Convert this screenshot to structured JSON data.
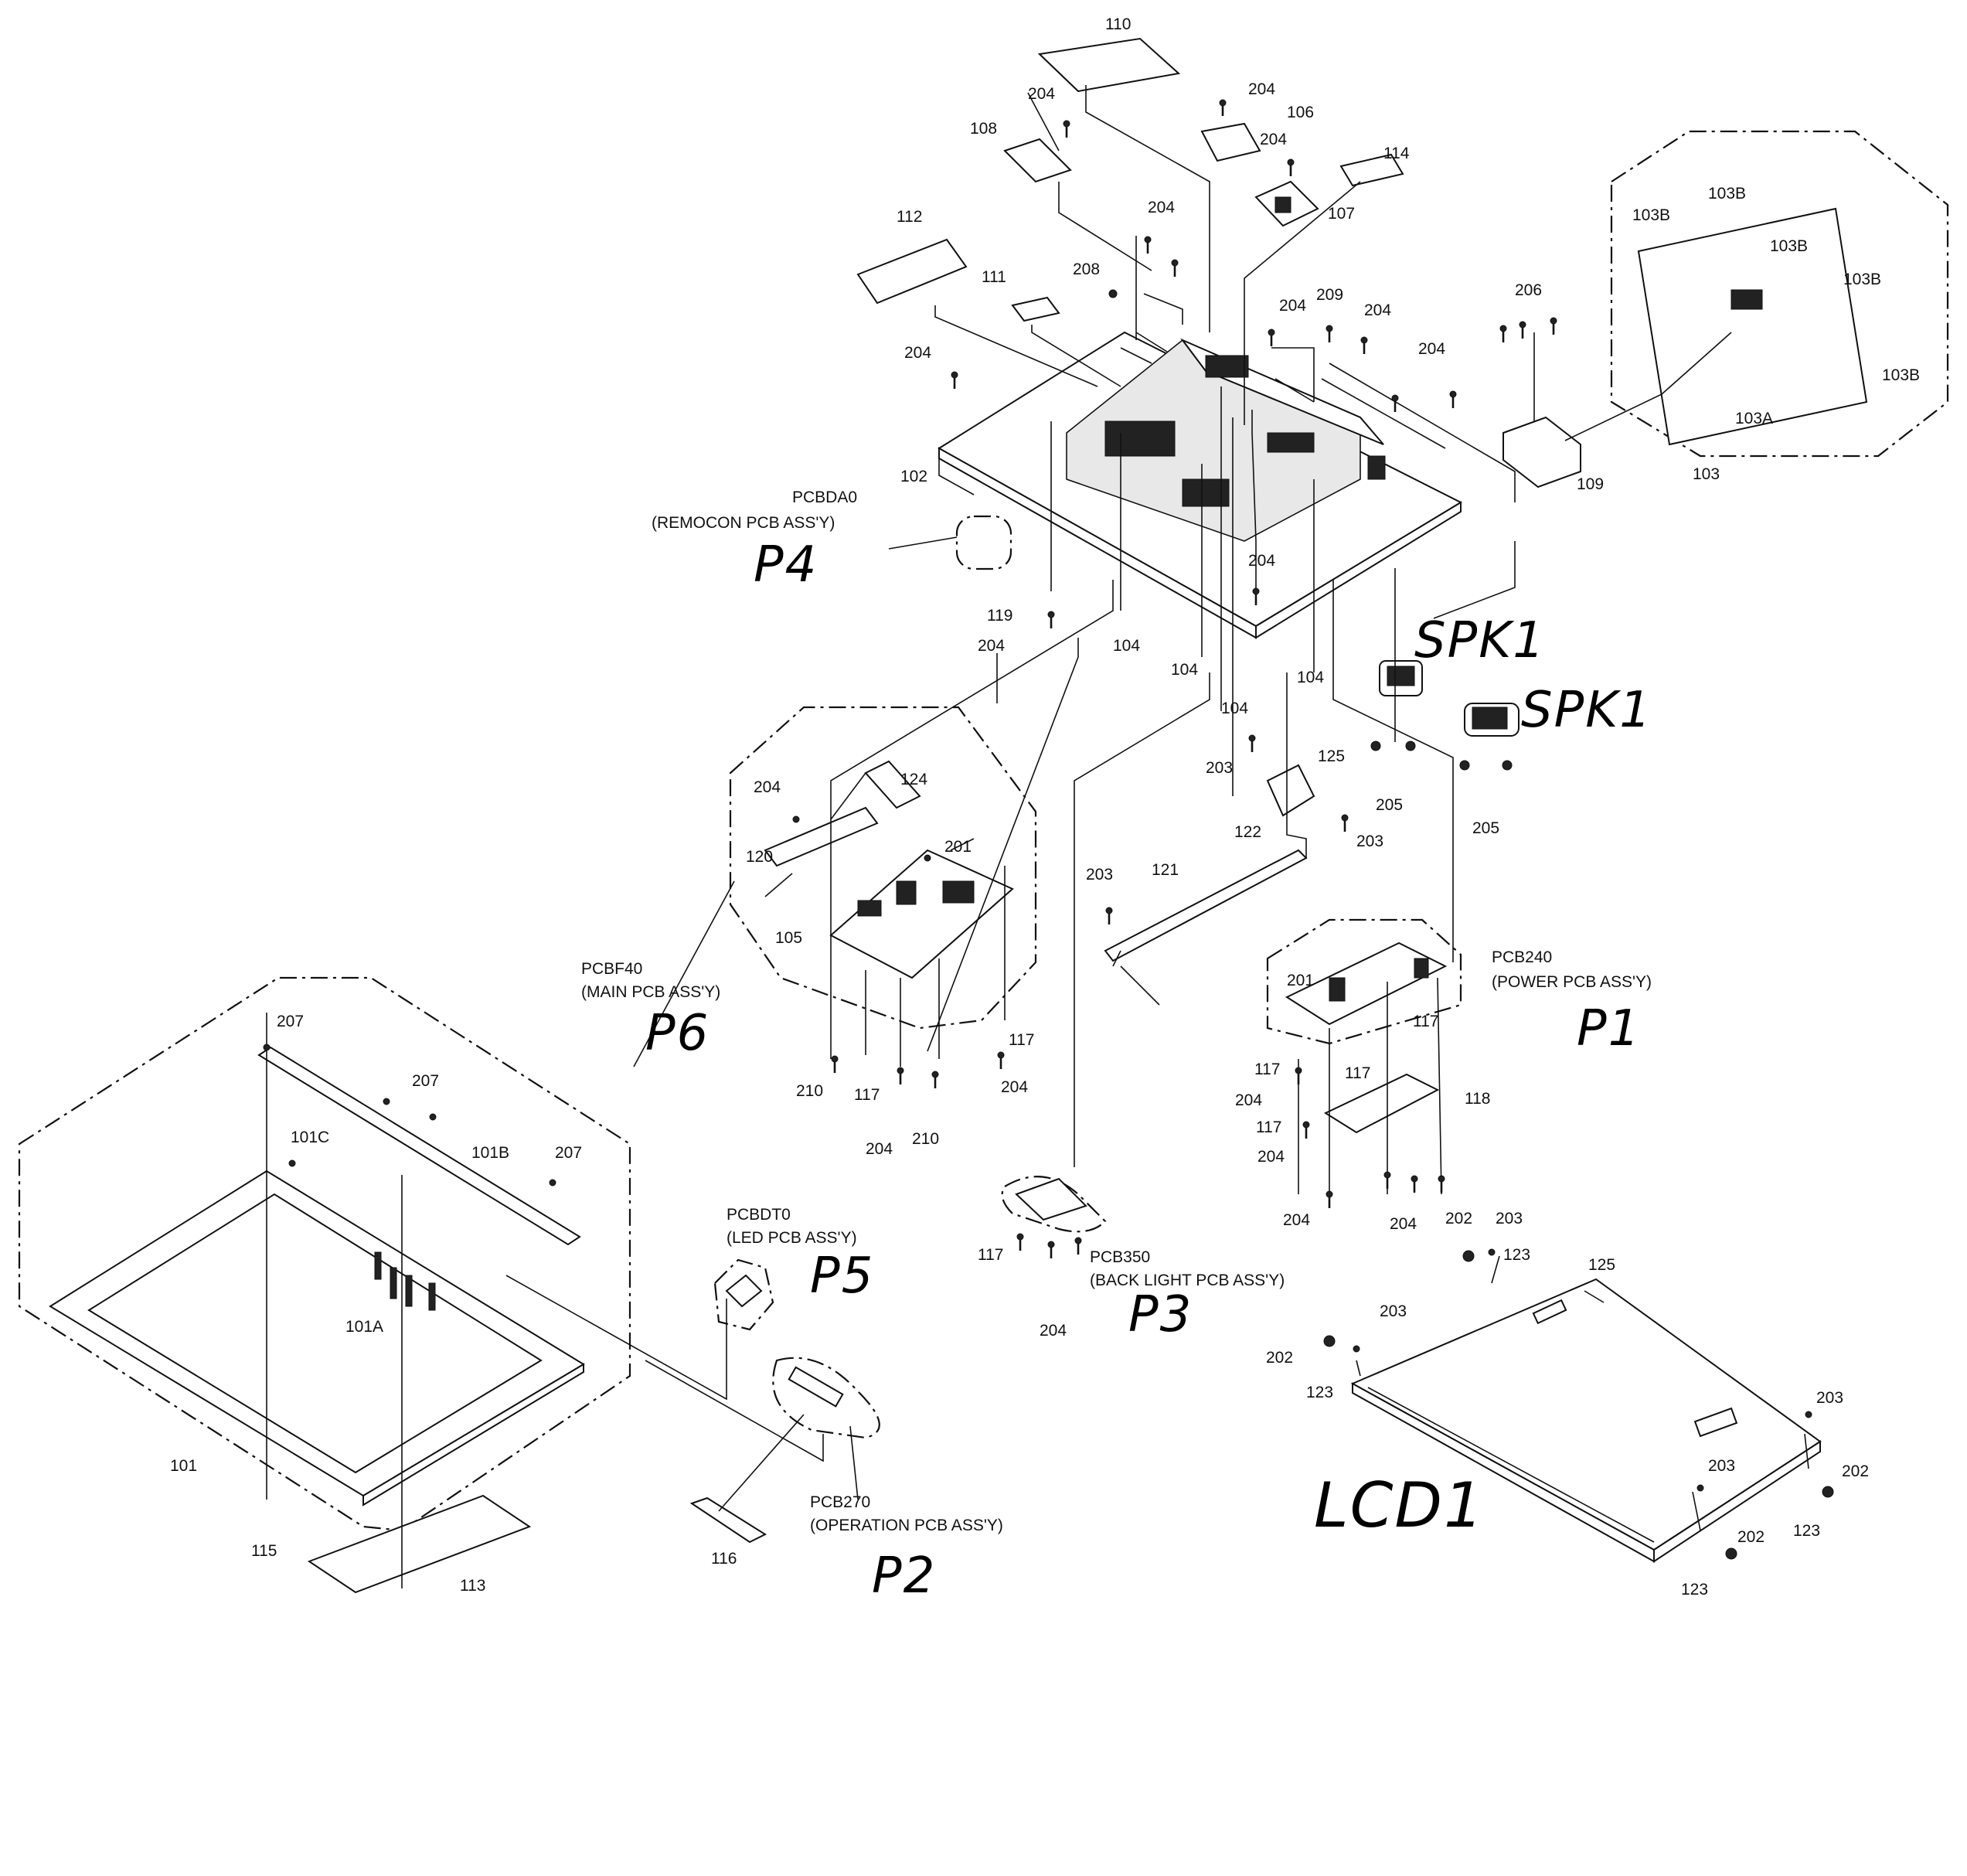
{
  "part_labels": [
    {
      "id": "l110",
      "text": "110"
    },
    {
      "id": "l204a",
      "text": "204"
    },
    {
      "id": "l106",
      "text": "106"
    },
    {
      "id": "l204b",
      "text": "204"
    },
    {
      "id": "l108",
      "text": "108"
    },
    {
      "id": "l204c",
      "text": "204"
    },
    {
      "id": "l114",
      "text": "114"
    },
    {
      "id": "l107",
      "text": "107"
    },
    {
      "id": "l112",
      "text": "112"
    },
    {
      "id": "l204d",
      "text": "204"
    },
    {
      "id": "l208",
      "text": "208"
    },
    {
      "id": "l111",
      "text": "111"
    },
    {
      "id": "l204e",
      "text": "204"
    },
    {
      "id": "l209",
      "text": "209"
    },
    {
      "id": "l204f",
      "text": "204"
    },
    {
      "id": "l204g",
      "text": "204"
    },
    {
      "id": "l206",
      "text": "206"
    },
    {
      "id": "l204h",
      "text": "204"
    },
    {
      "id": "l103Ba",
      "text": "103B"
    },
    {
      "id": "l103Bb",
      "text": "103B"
    },
    {
      "id": "l103Bc",
      "text": "103B"
    },
    {
      "id": "l103Bd",
      "text": "103B"
    },
    {
      "id": "l103Be",
      "text": "103B"
    },
    {
      "id": "l103A",
      "text": "103A"
    },
    {
      "id": "l103",
      "text": "103"
    },
    {
      "id": "l109",
      "text": "109"
    },
    {
      "id": "l102",
      "text": "102"
    },
    {
      "id": "l119",
      "text": "119"
    },
    {
      "id": "l204i",
      "text": "204"
    },
    {
      "id": "l104a",
      "text": "104"
    },
    {
      "id": "l104b",
      "text": "104"
    },
    {
      "id": "l204j",
      "text": "204"
    },
    {
      "id": "l104c",
      "text": "104"
    },
    {
      "id": "l104d",
      "text": "104"
    },
    {
      "id": "l203a",
      "text": "203"
    },
    {
      "id": "l125a",
      "text": "125"
    },
    {
      "id": "l205a",
      "text": "205"
    },
    {
      "id": "l205b",
      "text": "205"
    },
    {
      "id": "l122",
      "text": "122"
    },
    {
      "id": "l203b",
      "text": "203"
    },
    {
      "id": "l203c",
      "text": "203"
    },
    {
      "id": "l121",
      "text": "121"
    },
    {
      "id": "l204k",
      "text": "204"
    },
    {
      "id": "l124",
      "text": "124"
    },
    {
      "id": "l201a",
      "text": "201"
    },
    {
      "id": "l120",
      "text": "120"
    },
    {
      "id": "l105",
      "text": "105"
    },
    {
      "id": "l117a",
      "text": "117"
    },
    {
      "id": "l210a",
      "text": "210"
    },
    {
      "id": "l117b",
      "text": "117"
    },
    {
      "id": "l204l",
      "text": "204"
    },
    {
      "id": "l204m",
      "text": "204"
    },
    {
      "id": "l210b",
      "text": "210"
    },
    {
      "id": "l201b",
      "text": "201"
    },
    {
      "id": "l117c",
      "text": "117"
    },
    {
      "id": "l117d",
      "text": "117"
    },
    {
      "id": "l117e",
      "text": "117"
    },
    {
      "id": "l118",
      "text": "118"
    },
    {
      "id": "l204n",
      "text": "204"
    },
    {
      "id": "l117f",
      "text": "117"
    },
    {
      "id": "l204o",
      "text": "204"
    },
    {
      "id": "l204p",
      "text": "204"
    },
    {
      "id": "l204q",
      "text": "204"
    },
    {
      "id": "l207a",
      "text": "207"
    },
    {
      "id": "l207b",
      "text": "207"
    },
    {
      "id": "l101C",
      "text": "101C"
    },
    {
      "id": "l101B",
      "text": "101B"
    },
    {
      "id": "l207c",
      "text": "207"
    },
    {
      "id": "l101A",
      "text": "101A"
    },
    {
      "id": "l101",
      "text": "101"
    },
    {
      "id": "l115",
      "text": "115"
    },
    {
      "id": "l113",
      "text": "113"
    },
    {
      "id": "l116",
      "text": "116"
    },
    {
      "id": "l117g",
      "text": "117"
    },
    {
      "id": "l204r",
      "text": "204"
    },
    {
      "id": "l202a",
      "text": "202"
    },
    {
      "id": "l203d",
      "text": "203"
    },
    {
      "id": "l123a",
      "text": "123"
    },
    {
      "id": "l125b",
      "text": "125"
    },
    {
      "id": "l203e",
      "text": "203"
    },
    {
      "id": "l202b",
      "text": "202"
    },
    {
      "id": "l123b",
      "text": "123"
    },
    {
      "id": "l203f",
      "text": "203"
    },
    {
      "id": "l203g",
      "text": "203"
    },
    {
      "id": "l202c",
      "text": "202"
    },
    {
      "id": "l123c",
      "text": "123"
    },
    {
      "id": "l202d",
      "text": "202"
    },
    {
      "id": "l123d",
      "text": "123"
    }
  ],
  "pcb_labels": [
    {
      "id": "remocon",
      "code": "PCBDA0",
      "name": "(REMOCON PCB ASS'Y)"
    },
    {
      "id": "main",
      "code": "PCBF40",
      "name": "(MAIN PCB ASS'Y)"
    },
    {
      "id": "power",
      "code": "PCB240",
      "name": "(POWER PCB ASS'Y)"
    },
    {
      "id": "led",
      "code": "PCBDT0",
      "name": "(LED PCB ASS'Y)"
    },
    {
      "id": "backlight",
      "code": "PCB350",
      "name": "(BACK LIGHT PCB ASS'Y)"
    },
    {
      "id": "operation",
      "code": "PCB270",
      "name": "(OPERATION PCB ASS'Y)"
    }
  ],
  "handwritten": [
    {
      "id": "p4",
      "text": "P4"
    },
    {
      "id": "p6",
      "text": "P6"
    },
    {
      "id": "p1",
      "text": "P1"
    },
    {
      "id": "p5",
      "text": "P5"
    },
    {
      "id": "p3",
      "text": "P3"
    },
    {
      "id": "p2",
      "text": "P2"
    },
    {
      "id": "spk1a",
      "text": "SPK1"
    },
    {
      "id": "spk1b",
      "text": "SPK1"
    },
    {
      "id": "lcd1",
      "text": "LCD1"
    }
  ]
}
